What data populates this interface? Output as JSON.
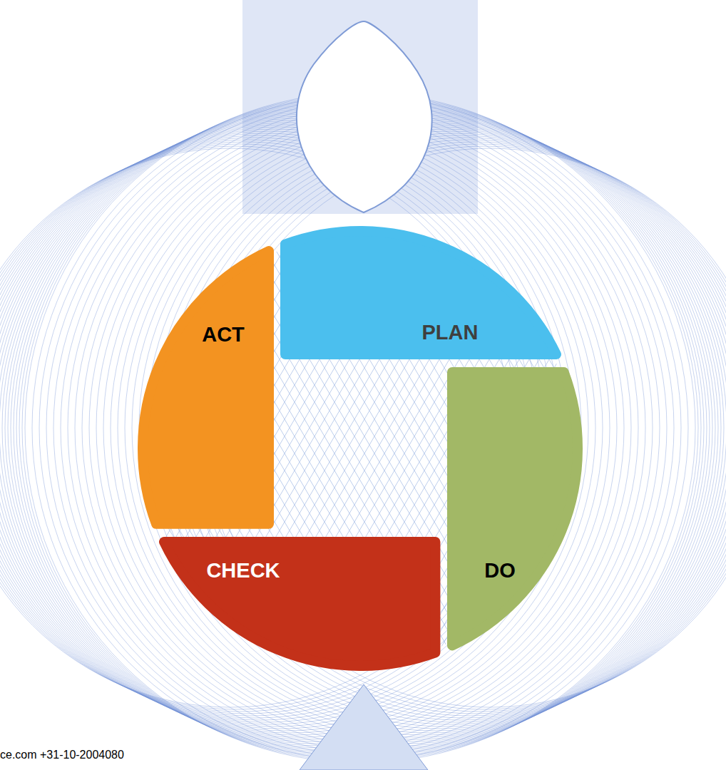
{
  "diagram": {
    "nodes": [
      {
        "text": [
          "PLAN"
        ]
      },
      {
        "text": [
          "DO"
        ]
      },
      {
        "text": [
          "CHECK"
        ]
      },
      {
        "text": [
          "ACT"
        ]
      }
    ],
    "labels": [
      "ce.com +31-10-2004080"
    ]
  }
}
